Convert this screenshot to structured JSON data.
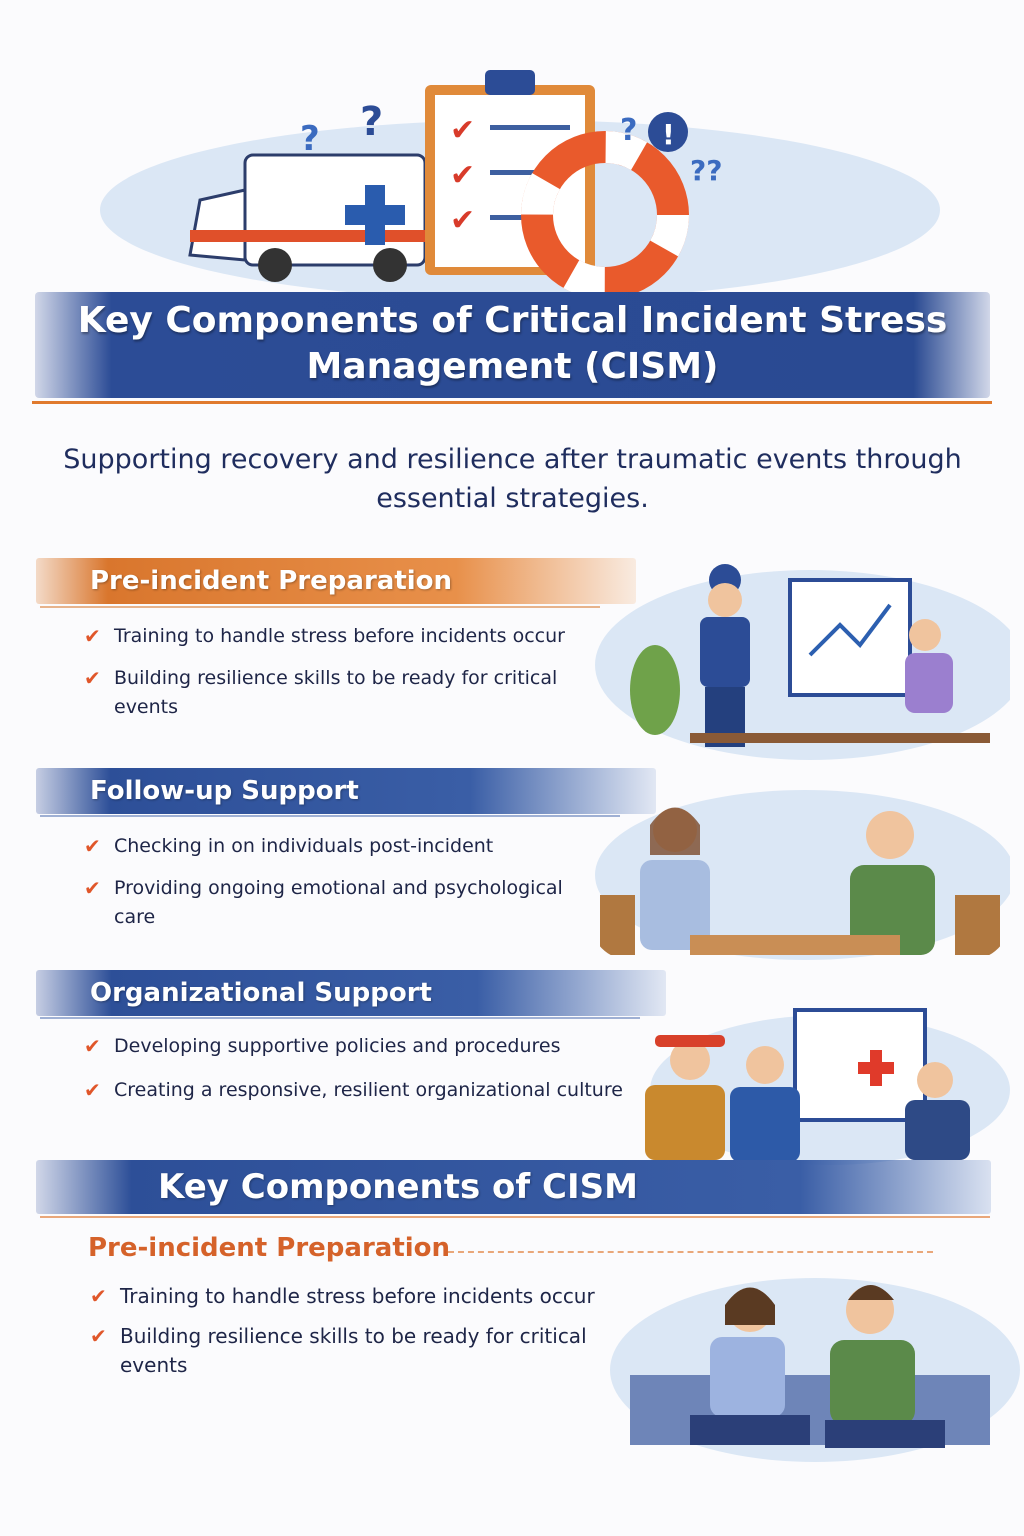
{
  "header": {
    "title": "Key Components of Critical Incident Stress Management (CISM)",
    "subtitle": "Supporting recovery and resilience after traumatic events through essential strategies."
  },
  "sections": [
    {
      "title": "Pre-incident Preparation",
      "color": "#d9762d",
      "bullets": [
        "Training to handle stress before incidents occur",
        "Building resilience skills to be ready for critical events"
      ]
    },
    {
      "title": "Follow-up Support",
      "color": "#2d4f98",
      "bullets": [
        "Checking in on individuals post-incident",
        "Providing ongoing emotional and psychological care"
      ]
    },
    {
      "title": "Organizational Support",
      "color": "#2d4f98",
      "bullets": [
        "Developing supportive policies and procedures",
        "Creating a responsive, resilient organizational culture"
      ]
    }
  ],
  "summary": {
    "title": "Key Components of CISM",
    "subsection": {
      "title": "Pre-incident Preparation",
      "bullets": [
        "Training to handle stress before incidents occur",
        "Building resilience skills to be ready for critical events"
      ]
    }
  },
  "icons": {
    "check": "✔"
  }
}
